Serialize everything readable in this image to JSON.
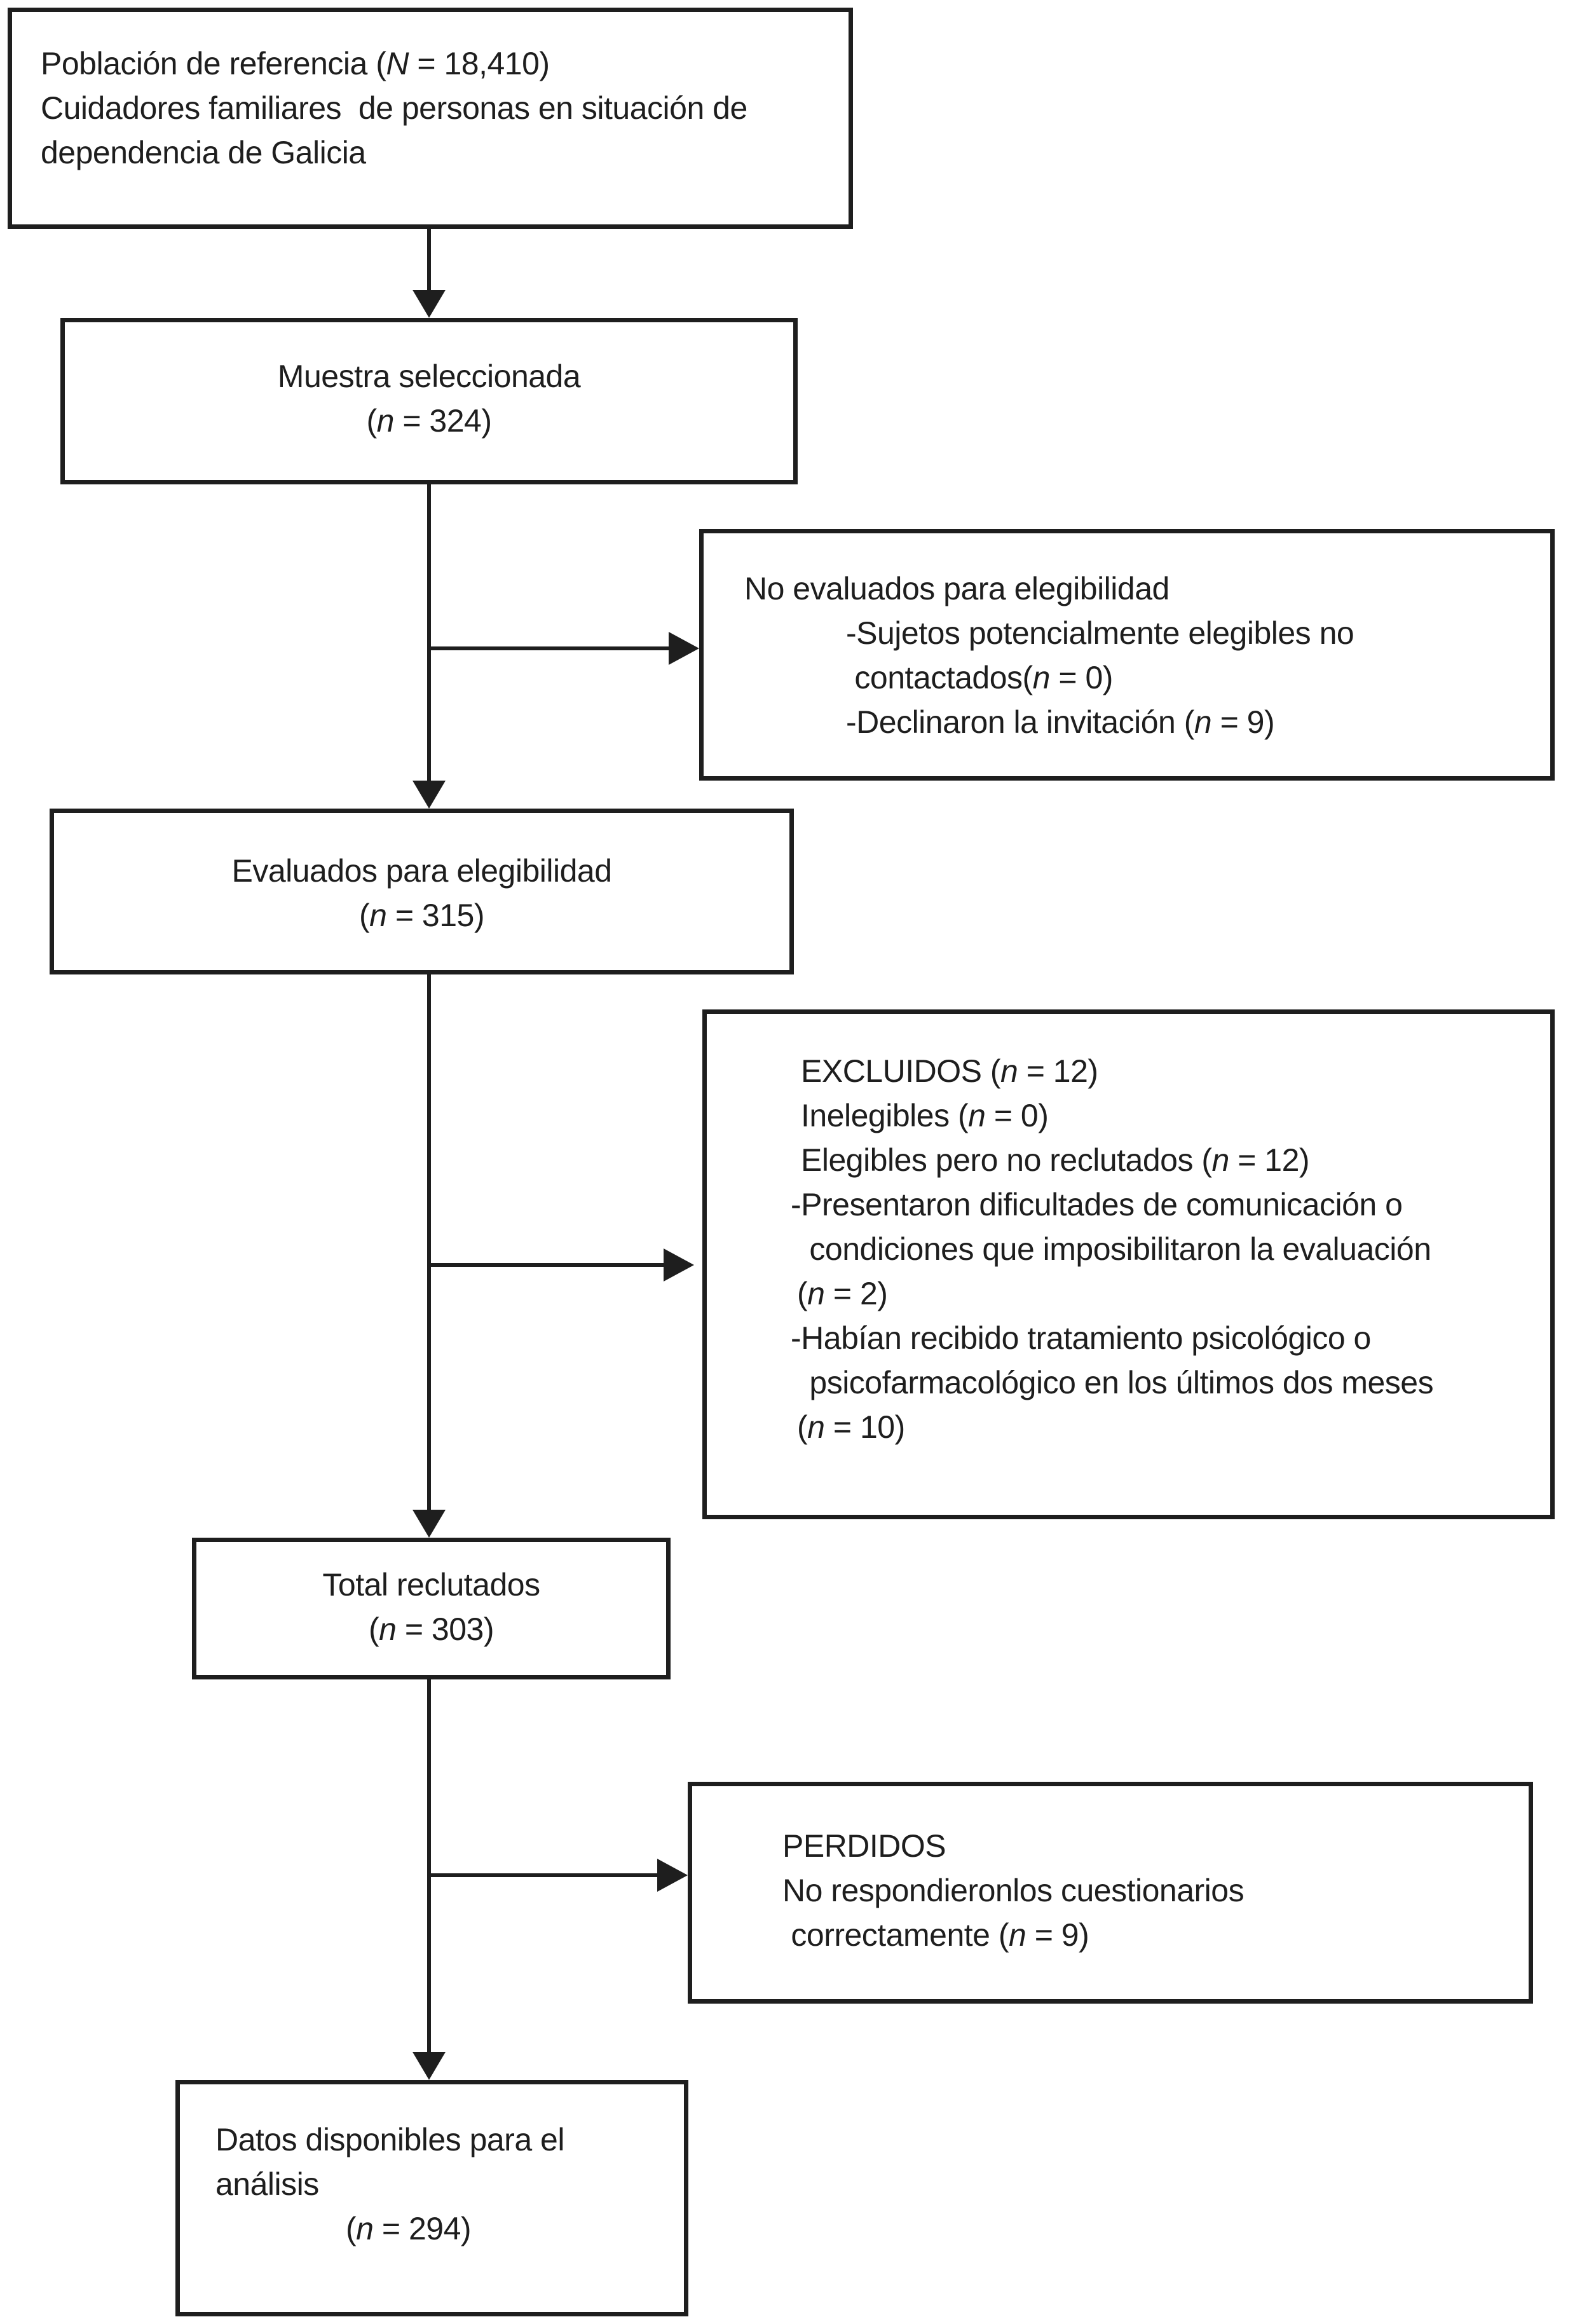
{
  "colors": {
    "ink": "#1e1e1e",
    "background": "#ffffff"
  },
  "boxes": {
    "poblacion_referencia": {
      "lines": [
        {
          "text": "Población de referencia (N = 18,410)",
          "indent": 0
        },
        {
          "text": "Cuidadores familiares  de personas en situación de",
          "indent": 0
        },
        {
          "text": "dependencia de Galicia",
          "indent": 0
        }
      ]
    },
    "muestra_seleccionada": {
      "lines": [
        {
          "text": "Muestra seleccionada",
          "indent": 0
        },
        {
          "text": "(n = 324)",
          "indent": 0
        }
      ]
    },
    "no_evaluados": {
      "lines": [
        {
          "text": "No evaluados para elegibilidad",
          "indent": 0
        },
        {
          "text": "-Sujetos potencialmente elegibles no",
          "indent": 160
        },
        {
          "text": " contactados(n = 0)",
          "indent": 160
        },
        {
          "text": "-Declinaron la invitación (n = 9)",
          "indent": 160
        }
      ]
    },
    "evaluados": {
      "lines": [
        {
          "text": "Evaluados para elegibilidad",
          "indent": 0
        },
        {
          "text": "(n = 315)",
          "indent": 0
        }
      ]
    },
    "excluidos": {
      "lines": [
        {
          "text": "EXCLUIDOS (n = 12)",
          "indent": 16
        },
        {
          "text": "Inelegibles (n = 0)",
          "indent": 16
        },
        {
          "text": "Elegibles pero no reclutados (n = 12)",
          "indent": 16
        },
        {
          "text": "-Presentaron dificultades de comunicación o",
          "indent": 0
        },
        {
          "text": " condiciones que imposibilitaron la evaluación",
          "indent": 16
        },
        {
          "text": "(n = 2)",
          "indent": 10
        },
        {
          "text": "-Habían recibido tratamiento psicológico o",
          "indent": 0
        },
        {
          "text": " psicofarmacológico en los últimos dos meses",
          "indent": 16
        },
        {
          "text": "(n = 10)",
          "indent": 10
        }
      ]
    },
    "total_reclutados": {
      "lines": [
        {
          "text": "Total reclutados",
          "indent": 0
        },
        {
          "text": "(n = 303)",
          "indent": 0
        }
      ]
    },
    "perdidos": {
      "lines": [
        {
          "text": "PERDIDOS",
          "indent": 0
        },
        {
          "text": "No respondieronlos cuestionarios",
          "indent": 0
        },
        {
          "text": " correctamente (n = 9)",
          "indent": 0
        }
      ]
    },
    "datos_disponibles": {
      "lines": [
        {
          "text": "Datos disponibles para el",
          "indent": 0
        },
        {
          "text": "análisis",
          "indent": 0
        },
        {
          "text": "(n = 294)",
          "indent": 205
        }
      ]
    }
  }
}
